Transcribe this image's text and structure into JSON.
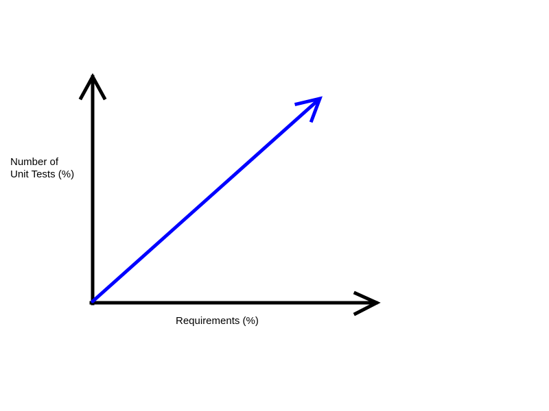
{
  "axes": {
    "y_label_line1": "Number of",
    "y_label_line2": "Unit Tests (%)",
    "x_label": "Requirements (%)",
    "axis_color": "#000000"
  },
  "trend": {
    "color": "#0000ff",
    "direction": "increasing",
    "relationship": "proportional"
  }
}
